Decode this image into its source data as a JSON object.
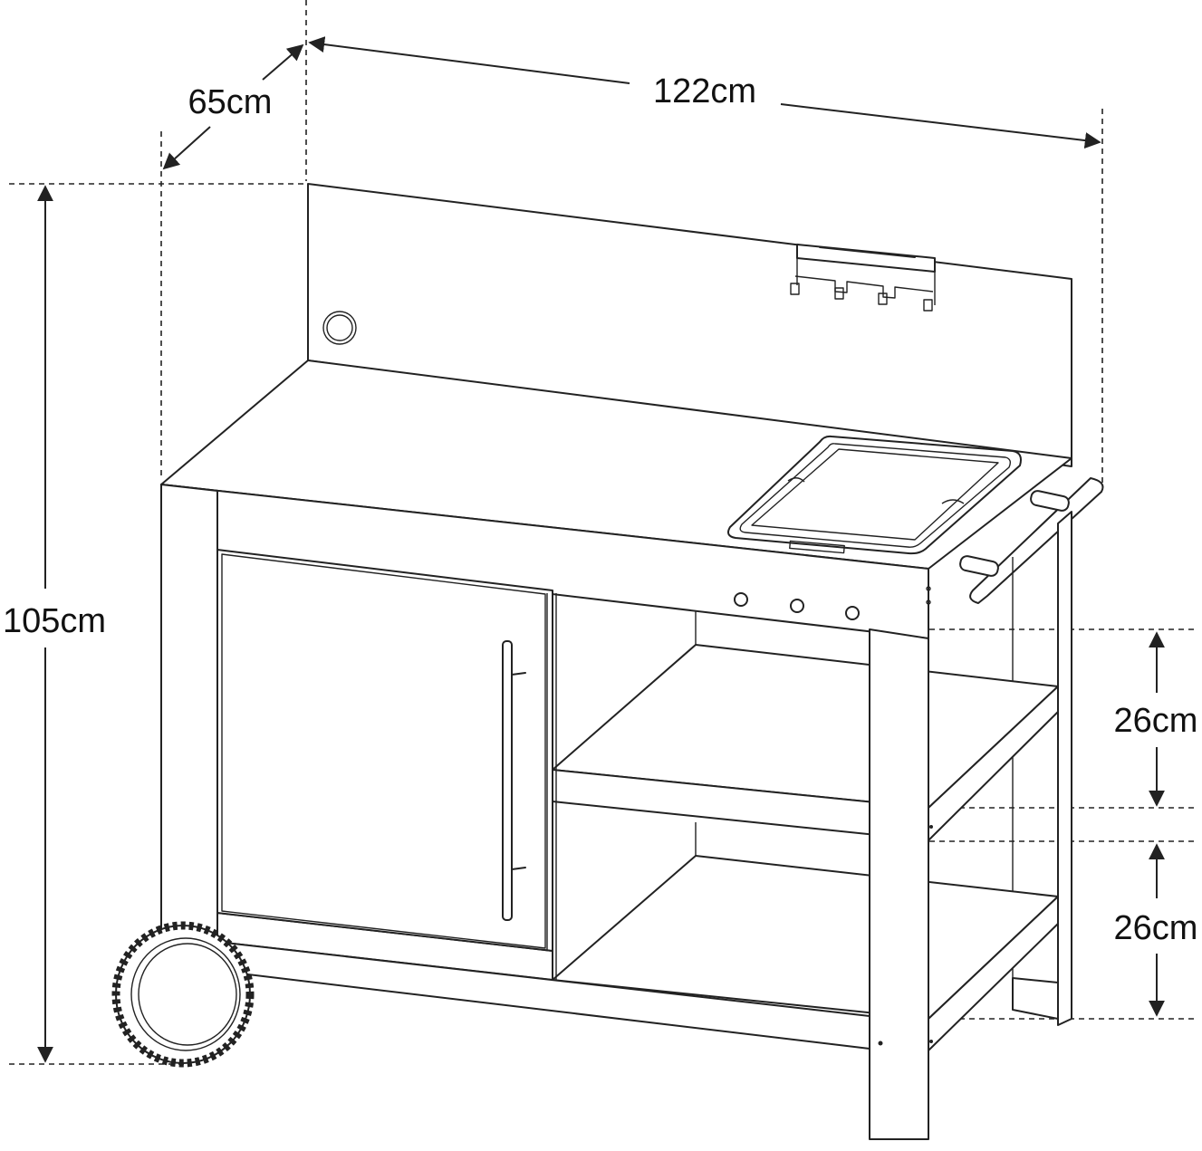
{
  "diagram": {
    "colors": {
      "line": "#222222",
      "background": "#ffffff"
    },
    "dimensions": {
      "width_label": "122cm",
      "depth_label": "65cm",
      "height_label": "105cm",
      "shelf_gap_upper_label": "26cm",
      "shelf_gap_lower_label": "26cm"
    }
  }
}
